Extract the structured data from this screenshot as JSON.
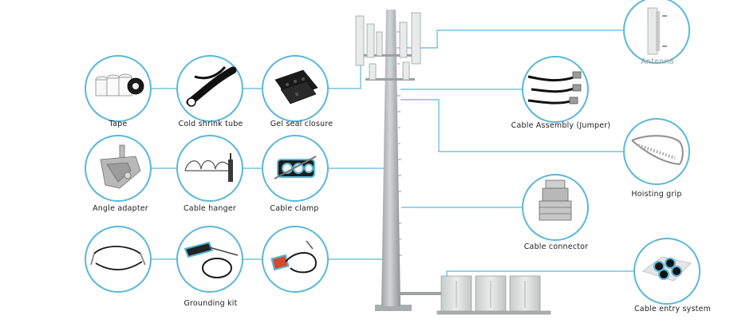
{
  "colors": {
    "circle_border": "#5ab8d8",
    "connector_line": "#5ab8d8",
    "tower": "#b9bcbc",
    "tower_dark": "#8f9393",
    "cabinet": "#d9dada",
    "label_text": "#222222",
    "label_muted": "#9a9a9a"
  },
  "components": [
    {
      "id": "tape",
      "label": "Tape",
      "icon": "tape-rolls-icon",
      "muted": false
    },
    {
      "id": "cold-shrink-tube",
      "label": "Cold shrink tube",
      "icon": "cold-shrink-tube-icon",
      "muted": false
    },
    {
      "id": "gel-seal-closure",
      "label": "Gel seal closure",
      "icon": "gel-seal-closure-icon",
      "muted": false
    },
    {
      "id": "angle-adapter",
      "label": "Angle adapter",
      "icon": "angle-adapter-icon",
      "muted": false
    },
    {
      "id": "cable-hanger",
      "label": "Cable hanger",
      "icon": "cable-hanger-icon",
      "muted": false
    },
    {
      "id": "cable-clamp",
      "label": "Cable clamp",
      "icon": "cable-clamp-icon",
      "muted": false
    },
    {
      "id": "grounding-kit",
      "label": "Grounding kit",
      "icon": "grounding-kit-icon",
      "muted": false
    },
    {
      "id": "antenna",
      "label": "Antenna",
      "icon": "panel-antenna-icon",
      "muted": true
    },
    {
      "id": "cable-assembly",
      "label": "Cable Assembly (Jumper)",
      "icon": "jumper-cable-icon",
      "muted": false
    },
    {
      "id": "hoisting-grip",
      "label": "Hoisting grip",
      "icon": "hoisting-grip-icon",
      "muted": false
    },
    {
      "id": "cable-connector",
      "label": "Cable connector",
      "icon": "cable-connector-icon",
      "muted": false
    },
    {
      "id": "cable-entry-system",
      "label": "Cable entry system",
      "icon": "cable-entry-system-icon",
      "muted": false
    }
  ]
}
